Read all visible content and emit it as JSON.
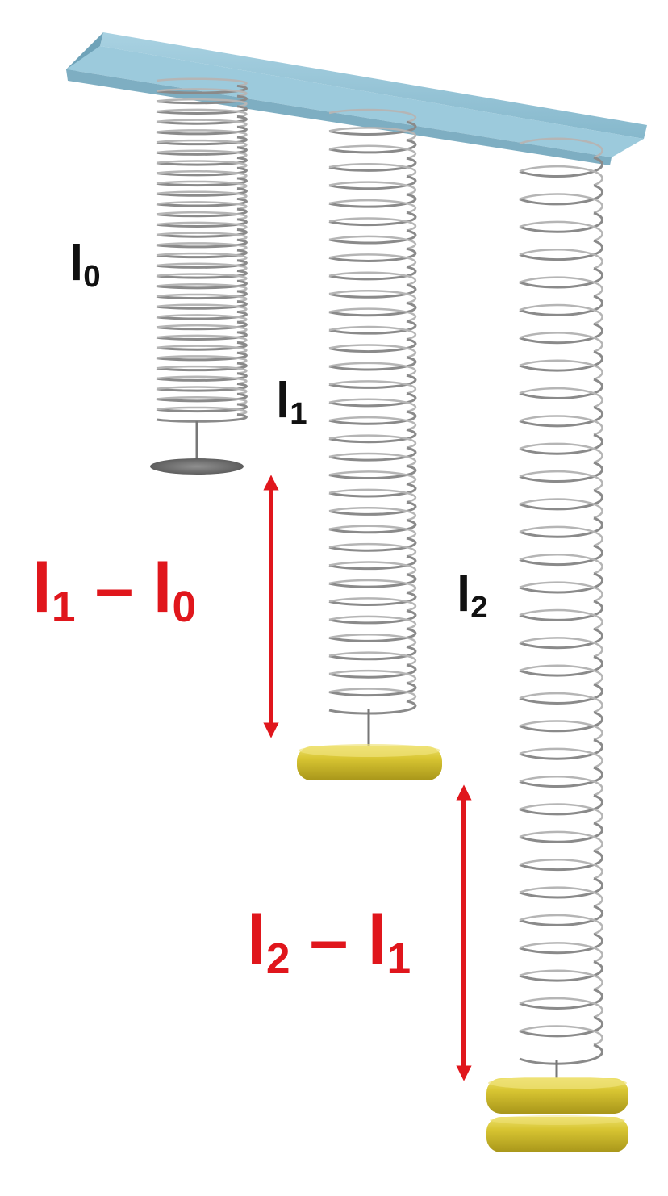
{
  "labels": {
    "l0": {
      "base": "l",
      "sub": "0"
    },
    "l1": {
      "base": "l",
      "sub": "1"
    },
    "l2": {
      "base": "l",
      "sub": "2"
    },
    "diff_1_0": {
      "a_base": "l",
      "a_sub": "1",
      "op": "–",
      "b_base": "l",
      "b_sub": "0"
    },
    "diff_2_1": {
      "a_base": "l",
      "a_sub": "2",
      "op": "–",
      "b_base": "l",
      "b_sub": "1"
    }
  },
  "colors": {
    "bar": "#8fbdd0",
    "spring": "#8a8a8a",
    "weight": "#d4c02a",
    "arrow": "#e0161c",
    "label_black": "#111111",
    "label_red": "#e0161c"
  },
  "springs": [
    {
      "name": "spring-l0",
      "turns": 33,
      "weights": 0
    },
    {
      "name": "spring-l1",
      "turns": 33,
      "weights": 1
    },
    {
      "name": "spring-l2",
      "turns": 33,
      "weights": 2
    }
  ]
}
